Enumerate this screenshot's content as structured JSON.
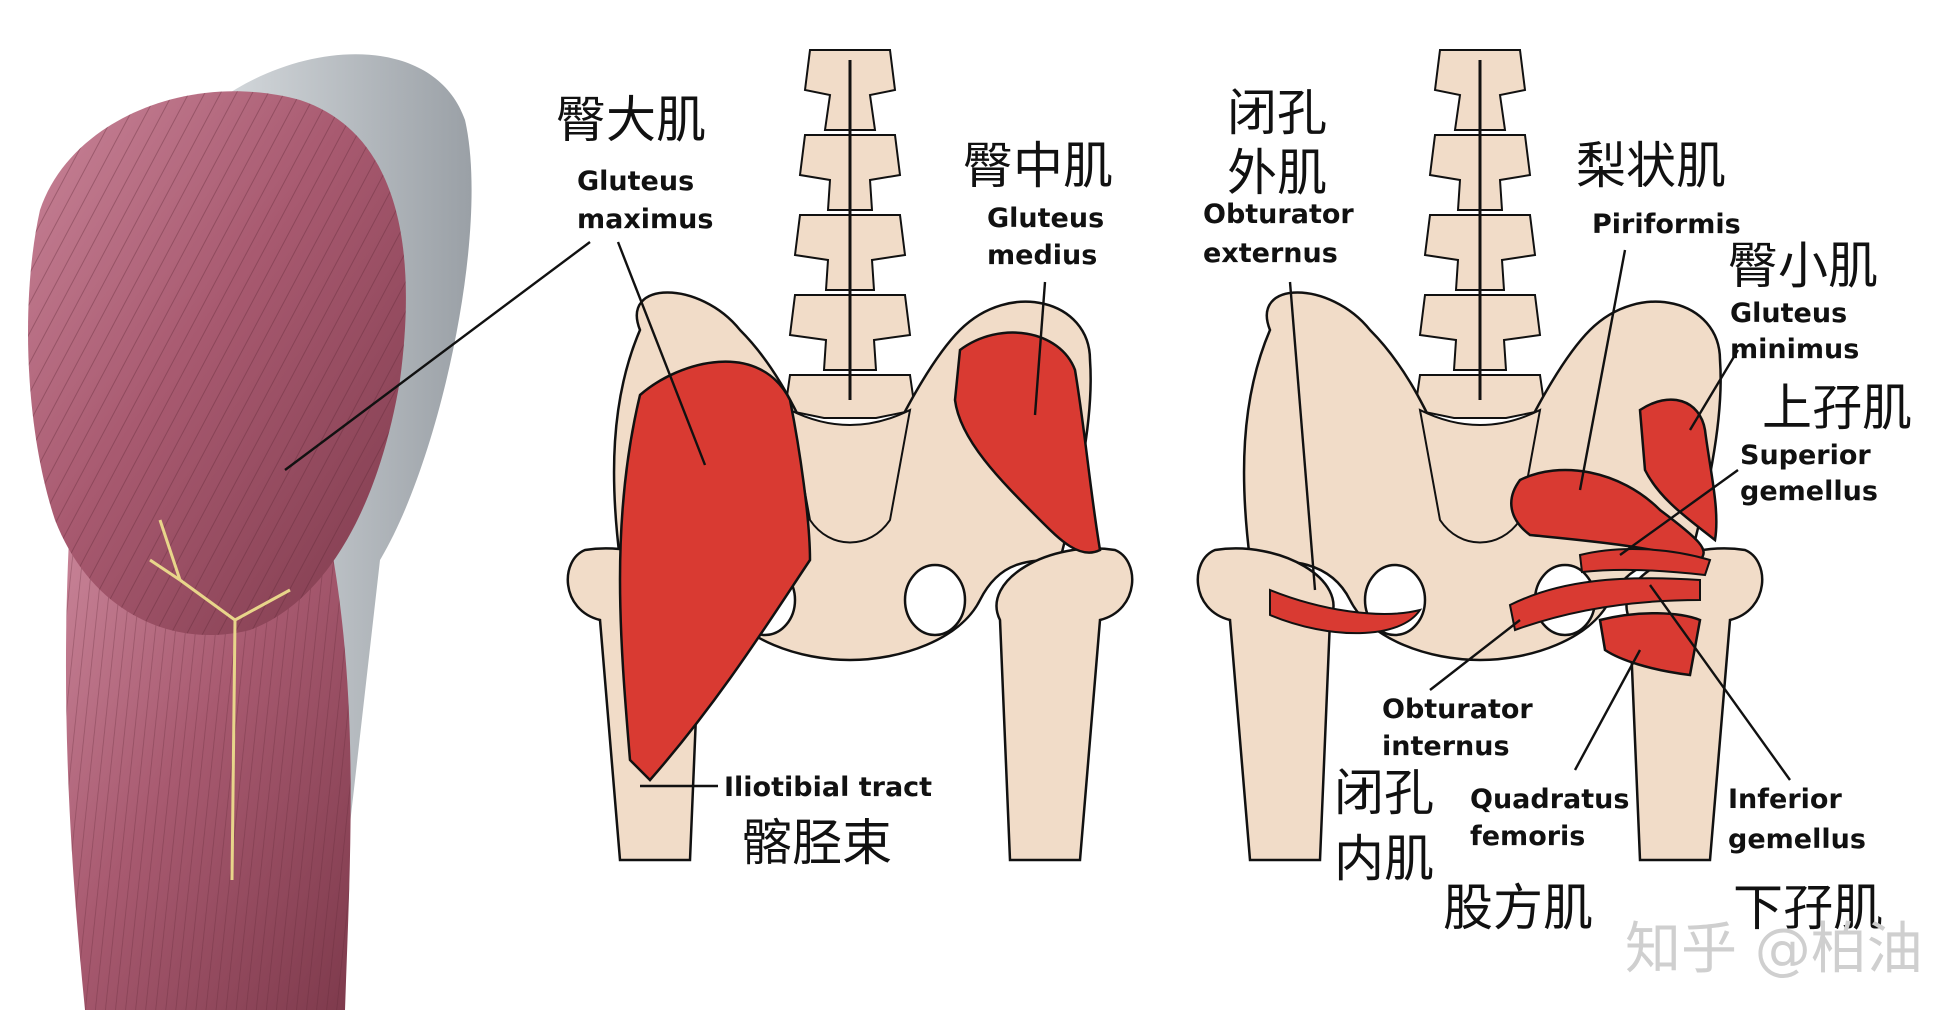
{
  "labels": {
    "gluteus_maximus_zh": "臀大肌",
    "gluteus_maximus_en_1": "Gluteus",
    "gluteus_maximus_en_2": "maximus",
    "gluteus_medius_zh": "臀中肌",
    "gluteus_medius_en_1": "Gluteus",
    "gluteus_medius_en_2": "medius",
    "iliotibial_en": "Iliotibial tract",
    "iliotibial_zh": "髂胫束",
    "obturator_externus_zh_1": "闭孔",
    "obturator_externus_zh_2": "外肌",
    "obturator_externus_en_1": "Obturator",
    "obturator_externus_en_2": "externus",
    "piriformis_zh": "梨状肌",
    "piriformis_en": "Piriformis",
    "gluteus_minimus_zh": "臀小肌",
    "gluteus_minimus_en_1": "Gluteus",
    "gluteus_minimus_en_2": "minimus",
    "superior_gemellus_zh": "上孖肌",
    "superior_gemellus_en_1": "Superior",
    "superior_gemellus_en_2": "gemellus",
    "obturator_internus_en_1": "Obturator",
    "obturator_internus_en_2": "internus",
    "obturator_internus_zh_1": "闭孔",
    "obturator_internus_zh_2": "内肌",
    "quadratus_femoris_en_1": "Quadratus",
    "quadratus_femoris_en_2": "femoris",
    "quadratus_femoris_zh": "股方肌",
    "inferior_gemellus_en_1": "Inferior",
    "inferior_gemellus_en_2": "gemellus",
    "inferior_gemellus_zh": "下孖肌"
  },
  "watermark": "知乎 @柏油",
  "colors": {
    "muscle_red": "#d93a32",
    "bone": "#f1dcc8",
    "muscle_photo": "#b86a80",
    "outline": "#111111"
  }
}
